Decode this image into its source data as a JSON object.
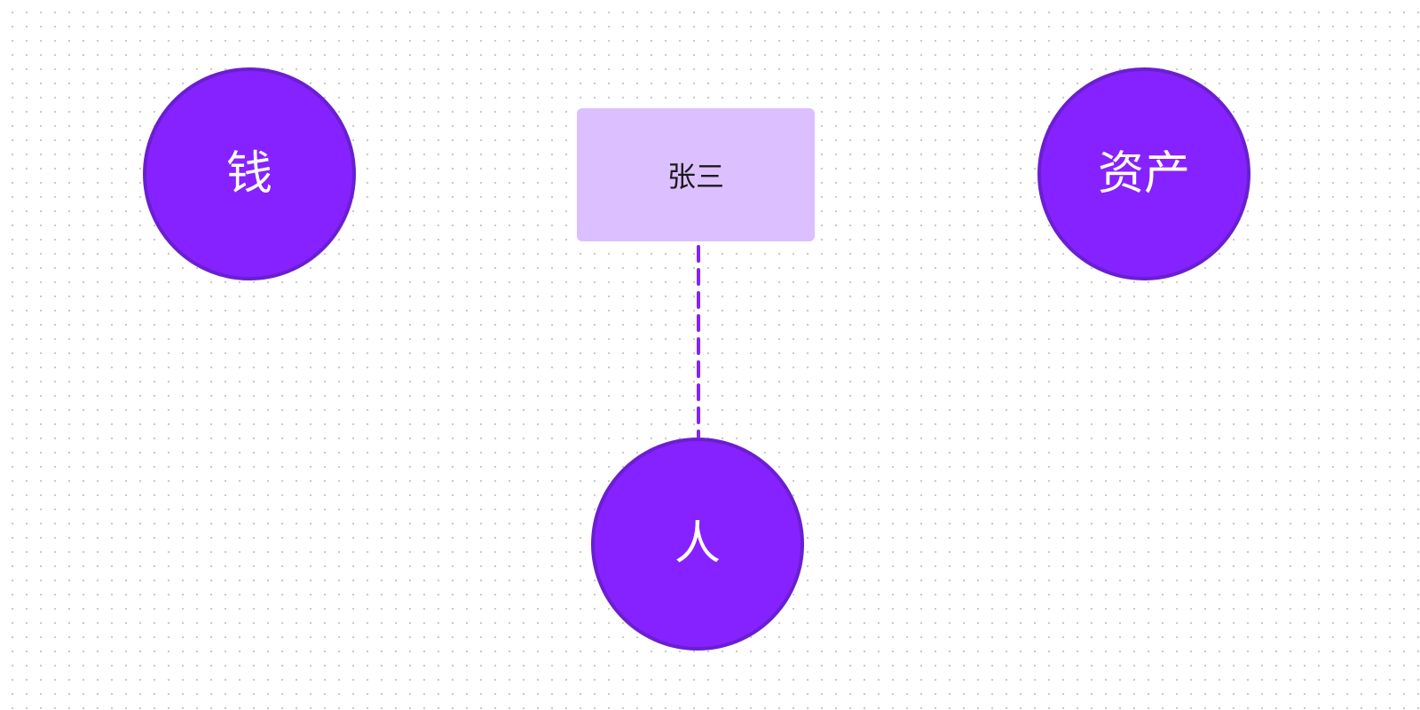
{
  "nodes": {
    "money": {
      "label": "钱"
    },
    "assets": {
      "label": "资产"
    },
    "person": {
      "label": "人"
    },
    "zhangsan": {
      "label": "张三"
    }
  },
  "edges": [
    {
      "from": "zhangsan",
      "to": "person",
      "style": "dashed"
    }
  ],
  "colors": {
    "circle_fill": "#8621ff",
    "circle_border": "#6a1fd0",
    "rect_fill": "#dcbfff",
    "edge": "#8621ff",
    "grid_dot": "#c9c9cf"
  }
}
